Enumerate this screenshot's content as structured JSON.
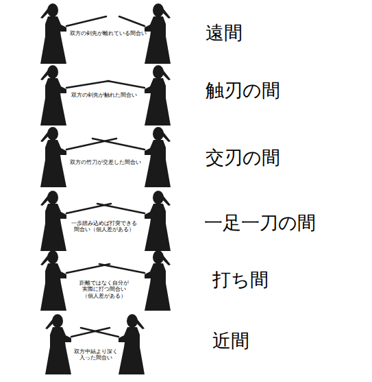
{
  "diagram": {
    "labels": [
      "双方の剣先が離れている間合い",
      "遠間",
      "双方の剣先が触れた間合い",
      "触刃の間",
      "双方の竹刀が交差した間合い",
      "交刃の間",
      "一歩踏み込めば打突できる 間合い（個人差がある）",
      "一足一刀の間",
      "距離ではなく自分が 実際に打つ間合い （個人差がある）",
      "打ち間",
      "双方中結より深く 入った間合い",
      "近間"
    ]
  }
}
